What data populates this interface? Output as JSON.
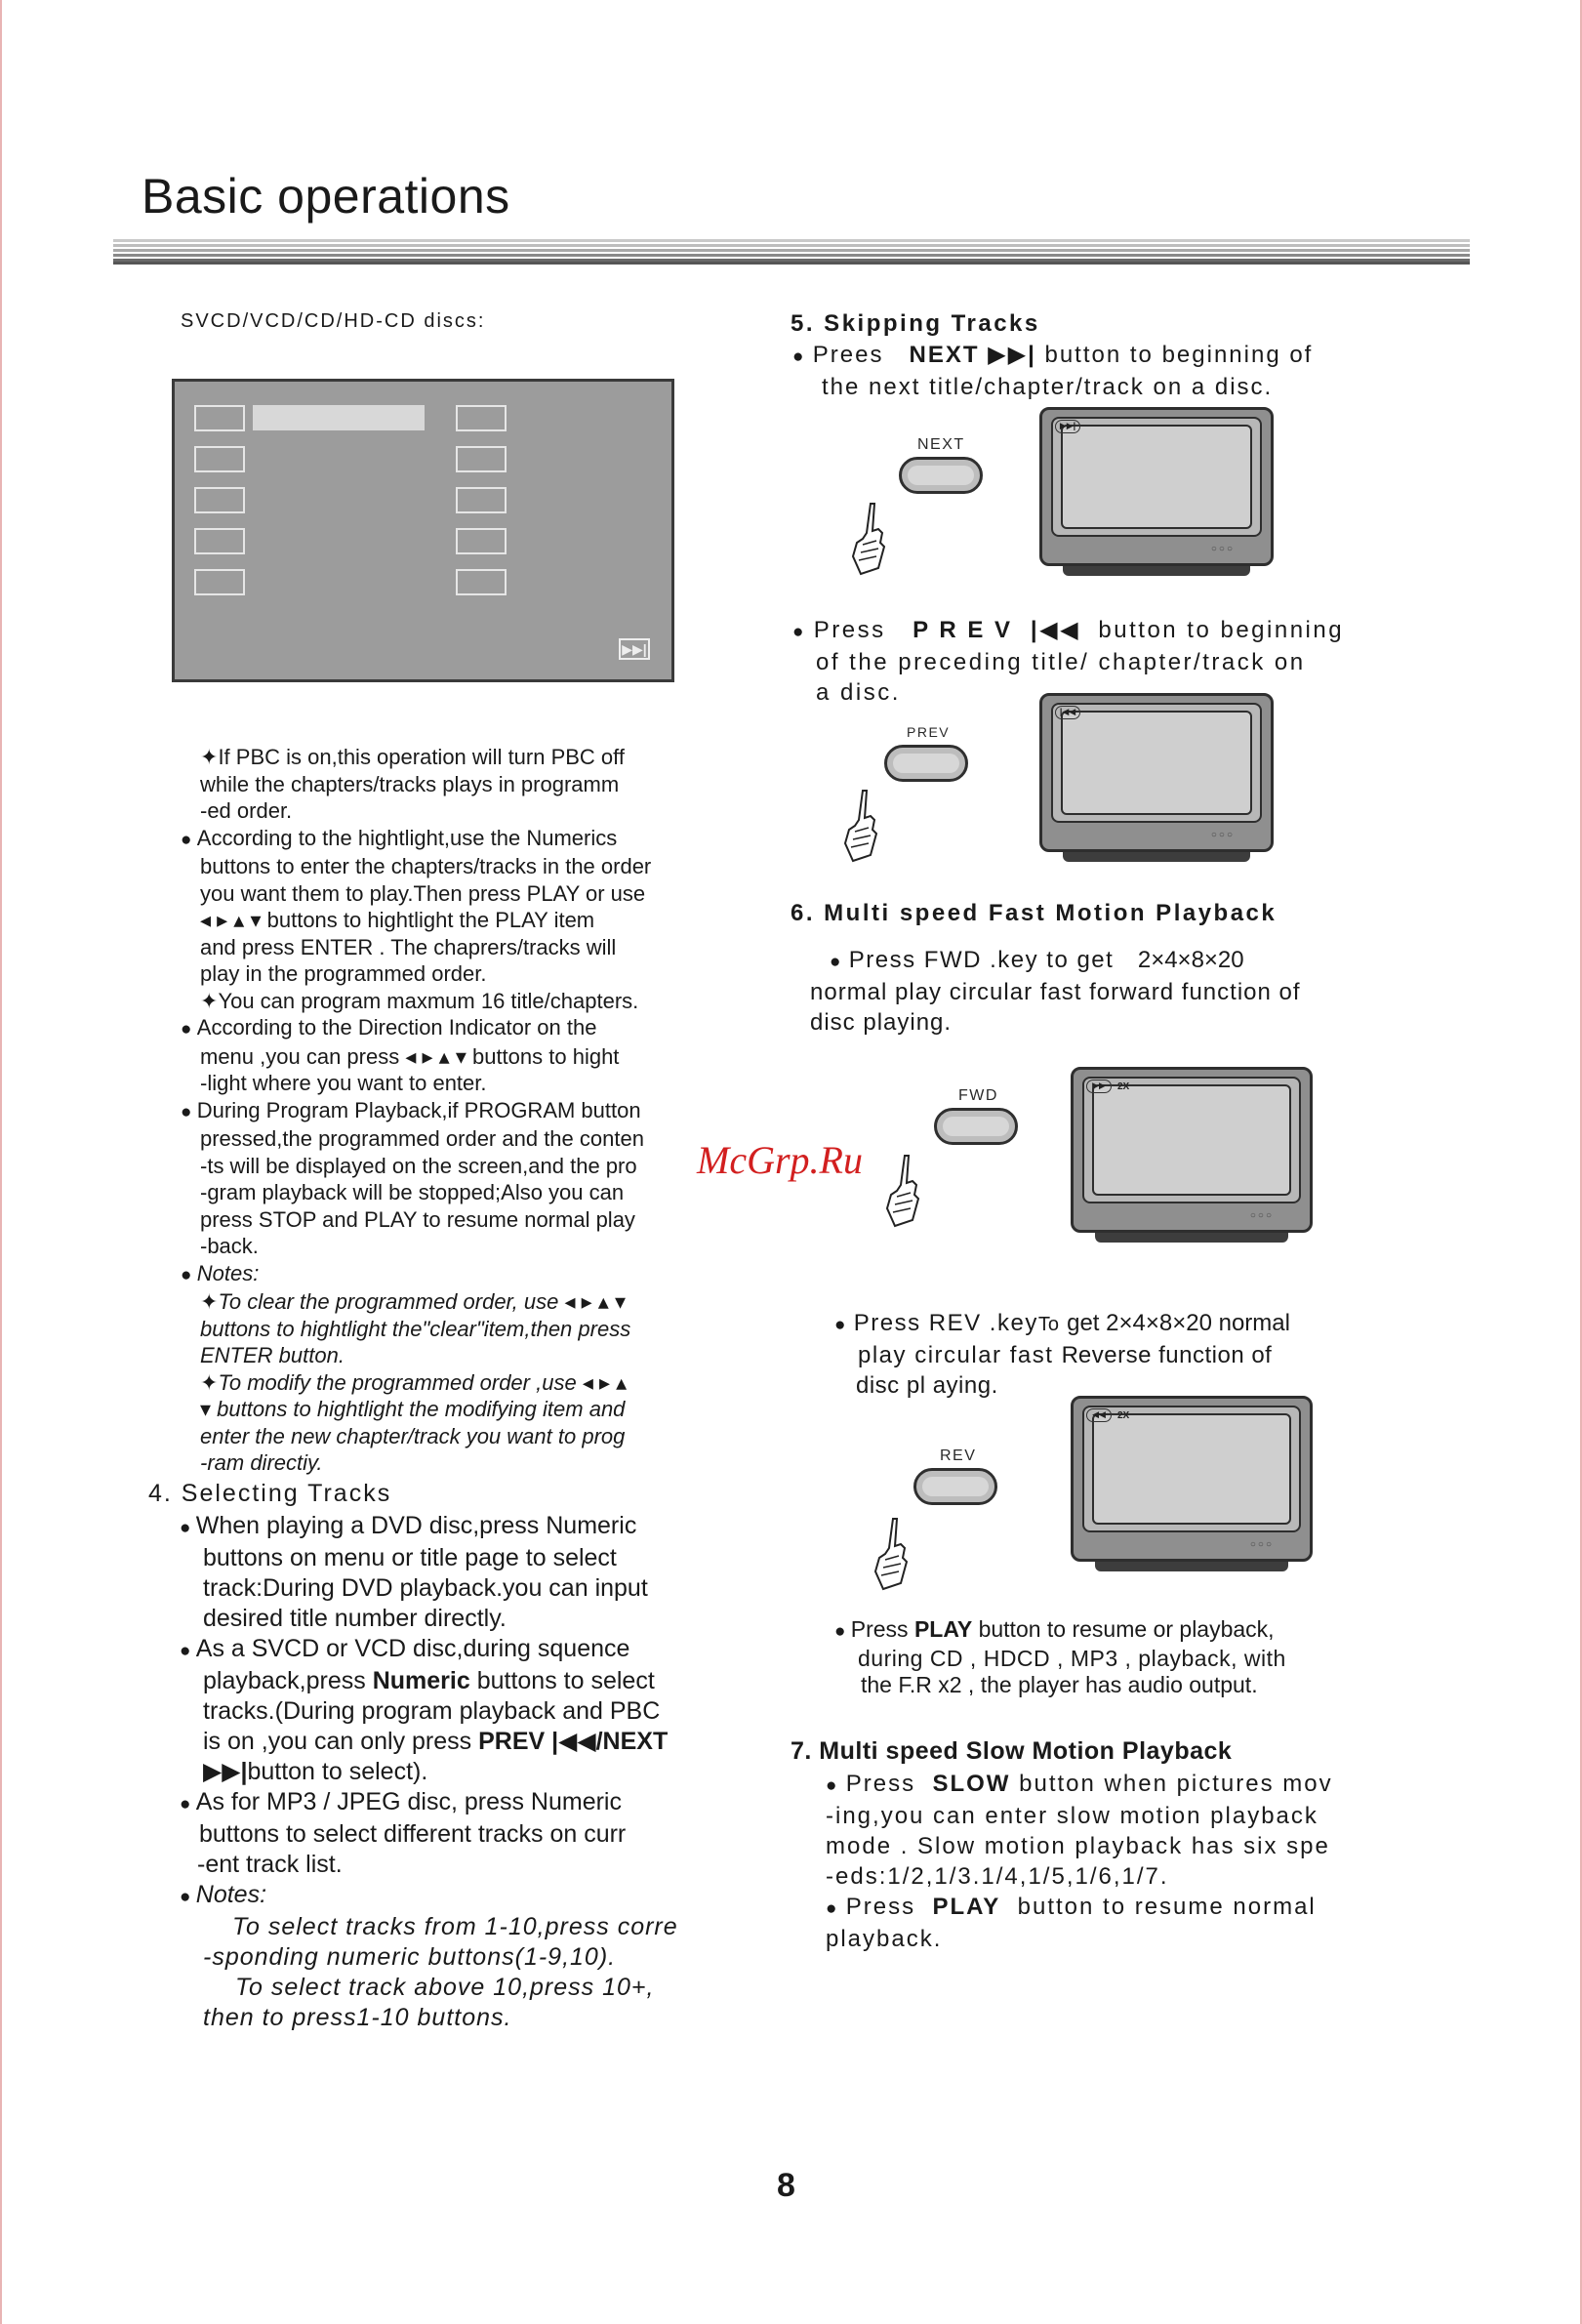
{
  "page": {
    "title": "Basic operations",
    "page_number": "8",
    "watermark": "McGrp.Ru"
  },
  "left": {
    "discs_label": "SVCD/VCD/CD/HD-CD discs:",
    "program_lines": [
      "If PBC is on,this operation will turn PBC off",
      "while the chapters/tracks plays in programm",
      "-ed order.",
      "According to the hightlight,use the Numerics",
      "buttons to enter the chapters/tracks in the order",
      "you want them to play.Then press PLAY or use",
      "buttons to hightlight the PLAY item",
      "and press ENTER . The chaprers/tracks will",
      "play in the programmed order.",
      "You can program maxmum 16 title/chapters.",
      "According to the Direction Indicator on the",
      "menu ,you can press",
      "buttons to hight",
      "-light where you want to enter.",
      "During Program Playback,if PROGRAM button",
      "pressed,the programmed order and the conten",
      "-ts will be displayed on the screen,and the pro",
      "-gram playback will be stopped;Also you can",
      "press STOP and PLAY to resume normal play",
      "-back.",
      "Notes:",
      "To clear the programmed order, use",
      "buttons to hightlight the\"clear\"item,then press",
      "ENTER button.",
      "To modify the programmed order ,use",
      "buttons to hightlight the modifying item and",
      "enter the new chapter/track you want to prog",
      "-ram directiy."
    ],
    "selecting": {
      "heading": "4. Selecting Tracks",
      "lines": [
        "When playing a DVD disc,press Numeric",
        "buttons on menu or title page to select",
        "track:During DVD playback.you can input",
        "desired title number directly.",
        "As a SVCD or VCD disc,during squence",
        "playback,press",
        "Numeric",
        "buttons to select",
        "tracks.(During program playback and PBC",
        "is on ,you can only press",
        "PREV",
        "/NEXT",
        "button to select).",
        "As for MP3 / JPEG disc, press Numeric",
        "buttons to select different tracks on curr",
        "-ent track list.",
        "Notes:",
        "To select tracks from 1-10,press corre",
        "-sponding numeric buttons(1-9,10).",
        "To select track above 10,press 10+,",
        "then to press1-10 buttons."
      ]
    }
  },
  "right": {
    "skip": {
      "heading": "5. Skipping Tracks",
      "next_lines": [
        "Prees",
        "NEXT",
        "button to beginning of",
        "the next title/chapter/track on a disc."
      ],
      "next_label": "NEXT",
      "prev_lines": [
        "Press",
        "P R E V",
        "button to beginning",
        "of the preceding title/ chapter/track on",
        "a disc."
      ],
      "prev_label": "PREV"
    },
    "fast": {
      "heading": "6. Multi speed Fast Motion Playback",
      "fwd_lines": [
        "Press FWD .key to get",
        "2×4×8×20",
        "normal play circular fast forward function of",
        "disc playing."
      ],
      "fwd_label": "FWD",
      "fwd_osd": "2X",
      "rev_lines": [
        "Press REV .key",
        "To",
        "get 2×4×8×20 normal",
        "play circular fast",
        "R",
        "everse function of",
        "disc pl aying."
      ],
      "rev_label": "REV",
      "rev_osd": "2X",
      "play_lines": [
        "Press",
        "PLAY",
        "button to resume or playback,",
        "during CD , HDCD , MP3 , playback, with",
        "the F.R x2 , the player has audio output."
      ]
    },
    "slow": {
      "heading": "7. Multi speed Slow Motion Playback",
      "lines": [
        "Press",
        "SLOW",
        "button when pictures mov",
        "-ing,you can enter slow motion playback",
        "mode . Slow motion playback has six spe",
        "-eds:1/2,1/3.1/4,1/5,1/6,1/7.",
        "Press",
        "PLAY",
        "button to resume normal",
        "playback."
      ]
    }
  },
  "icons": {
    "bullet": "bullet-dot-icon",
    "star": "four-point-star-icon",
    "next": "next-track-icon",
    "prev": "prev-track-icon",
    "fwd": "fast-forward-icon",
    "rev": "rewind-icon",
    "hand": "pointing-hand-icon",
    "tv": "tv-set-icon"
  }
}
